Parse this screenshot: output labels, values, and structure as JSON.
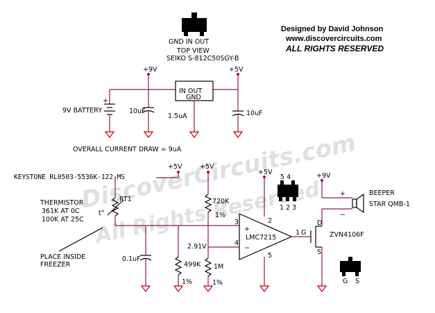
{
  "header": {
    "designer": "Designed by David Johnson",
    "website": "www.discovercircuits.com",
    "rights": "ALL RIGHTS RESERVED"
  },
  "package_top": {
    "pins": "GND  IN   OUT",
    "view": "TOP VIEW",
    "part": "SEIKO S-812C50SGY-B"
  },
  "regulator": {
    "input_rail": "+9V",
    "output_rail": "+5V",
    "label": "IN  OUT",
    "gnd": "GND",
    "quiescent": "1.5uA",
    "battery": "9V BATTERY",
    "battery_plus": "+",
    "cap_in": "10uF",
    "cap_out": "10uF",
    "total_draw": "OVERALL CURRENT DRAW = 9uA"
  },
  "sensor": {
    "keystone": "KEYSTONE RL0503-5536K-122-MS",
    "rail_1": "+5V",
    "rail_2": "+5V",
    "thermistor": "THERMISTOR",
    "th_0c": "361K AT 0C",
    "th_25c": "100K AT 25C",
    "rt1": "RT1",
    "t_symbol": "t°",
    "note_1": "PLACE INSIDE",
    "note_2": "FREEZER",
    "c_filter": "0.1uF",
    "r499": "499K",
    "r499_tol": "1%",
    "r720": "720K",
    "r720_tol": "1%",
    "r1m": "1M",
    "r1m_tol": "1%",
    "vref": "2.91V"
  },
  "comparator": {
    "rail": "+5V",
    "part": "LMC7215",
    "plus": "+",
    "minus": "−",
    "pin2": "2",
    "pin3": "3",
    "pin4": "4",
    "pin1": "1",
    "pin5": "5",
    "pkg_pins_top": "5     4",
    "pkg_pins_bottom": "1  2  3"
  },
  "output": {
    "rail": "+9V",
    "beeper": "BEEPER",
    "beeper_part": "STAR QMB-1",
    "plus": "+",
    "minus": "−",
    "fet": "ZVN4106F",
    "d": "D",
    "g": "G",
    "s": "S",
    "pkg_g": "G",
    "pkg_s": "S"
  },
  "watermark": {
    "line1": "DiscoverCircuits.com",
    "line2": "All Rights Reserved"
  }
}
